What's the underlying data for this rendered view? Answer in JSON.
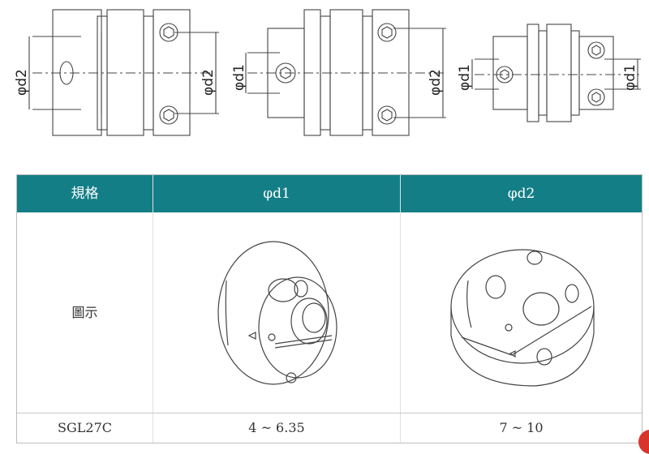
{
  "drawings": {
    "labels": [
      "φd2",
      "φd2",
      "φd1",
      "φd2",
      "φd1",
      "φd1"
    ]
  },
  "table": {
    "headers": [
      "規格",
      "φd1",
      "φd2"
    ],
    "rows": [
      {
        "label": "圖示",
        "d1": "",
        "d2": ""
      },
      {
        "label": "SGL27C",
        "d1": "4 ~ 6.35",
        "d2": "7 ~ 10"
      }
    ]
  },
  "colors": {
    "header_bg": "#137e86",
    "header_text": "#ffffff",
    "accent_dot": "#d9342b"
  }
}
